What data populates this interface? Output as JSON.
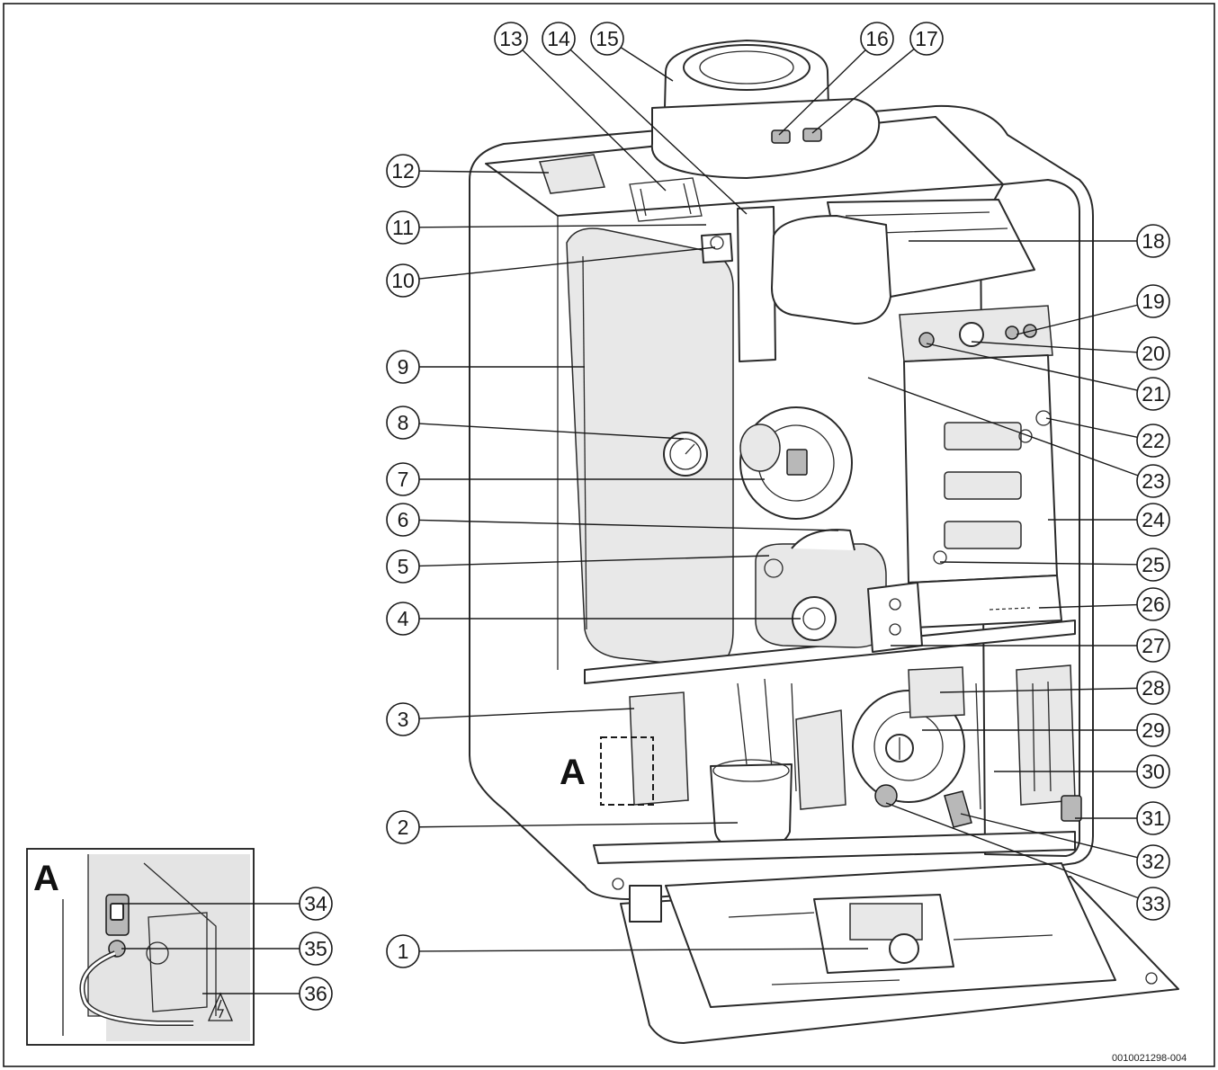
{
  "figure": {
    "doc_id": "0010021298-004",
    "detail_label": "A",
    "inset_label": "A"
  },
  "callouts": [
    {
      "num": "1"
    },
    {
      "num": "2"
    },
    {
      "num": "3"
    },
    {
      "num": "4"
    },
    {
      "num": "5"
    },
    {
      "num": "6"
    },
    {
      "num": "7"
    },
    {
      "num": "8"
    },
    {
      "num": "9"
    },
    {
      "num": "10"
    },
    {
      "num": "11"
    },
    {
      "num": "12"
    },
    {
      "num": "13"
    },
    {
      "num": "14"
    },
    {
      "num": "15"
    },
    {
      "num": "16"
    },
    {
      "num": "17"
    },
    {
      "num": "18"
    },
    {
      "num": "19"
    },
    {
      "num": "20"
    },
    {
      "num": "21"
    },
    {
      "num": "22"
    },
    {
      "num": "23"
    },
    {
      "num": "24"
    },
    {
      "num": "25"
    },
    {
      "num": "26"
    },
    {
      "num": "27"
    },
    {
      "num": "28"
    },
    {
      "num": "29"
    },
    {
      "num": "30"
    },
    {
      "num": "31"
    },
    {
      "num": "32"
    },
    {
      "num": "33"
    },
    {
      "num": "34"
    },
    {
      "num": "35"
    },
    {
      "num": "36"
    }
  ],
  "icons": {
    "warning": "electrical-warning-icon"
  }
}
